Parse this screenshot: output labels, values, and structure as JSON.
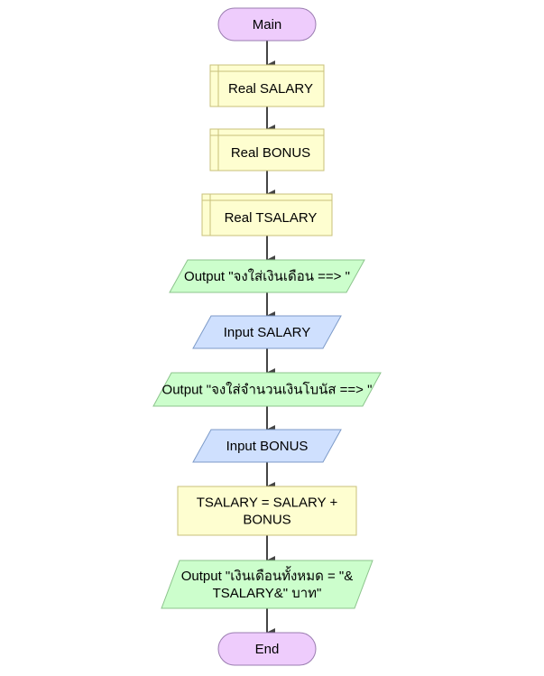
{
  "colors": {
    "terminal_fill": "#eeccfc",
    "terminal_stroke": "#9a7cb0",
    "declare_fill": "#fefed0",
    "declare_stroke": "#c8c07a",
    "output_fill": "#ccfecc",
    "output_stroke": "#8cc48c",
    "input_fill": "#cfe0fe",
    "input_stroke": "#7c9ac8",
    "process_fill": "#fefed0",
    "process_stroke": "#c8c07a",
    "arrow": "#444444"
  },
  "flowchart": {
    "nodes": [
      {
        "id": "main",
        "kind": "terminal",
        "lines": [
          "Main"
        ]
      },
      {
        "id": "declare-salary",
        "kind": "declare",
        "lines": [
          "Real SALARY"
        ]
      },
      {
        "id": "declare-bonus",
        "kind": "declare",
        "lines": [
          "Real BONUS"
        ]
      },
      {
        "id": "declare-tsalary",
        "kind": "declare",
        "lines": [
          "Real TSALARY"
        ]
      },
      {
        "id": "output-ask-salary",
        "kind": "output",
        "lines": [
          "Output \"จงใส่เงินเดือน ==> \""
        ]
      },
      {
        "id": "input-salary",
        "kind": "input",
        "lines": [
          "Input SALARY"
        ]
      },
      {
        "id": "output-ask-bonus",
        "kind": "output",
        "lines": [
          "Output \"จงใส่จำนวนเงินโบนัส ==> \""
        ]
      },
      {
        "id": "input-bonus",
        "kind": "input",
        "lines": [
          "Input BONUS"
        ]
      },
      {
        "id": "assign-tsalary",
        "kind": "process",
        "lines": [
          "TSALARY = SALARY +",
          "BONUS"
        ]
      },
      {
        "id": "output-total",
        "kind": "output",
        "lines": [
          "Output \"เงินเดือนทั้งหมด = \"&",
          "TSALARY&\" บาท\""
        ]
      },
      {
        "id": "end",
        "kind": "terminal",
        "lines": [
          "End"
        ]
      }
    ]
  }
}
